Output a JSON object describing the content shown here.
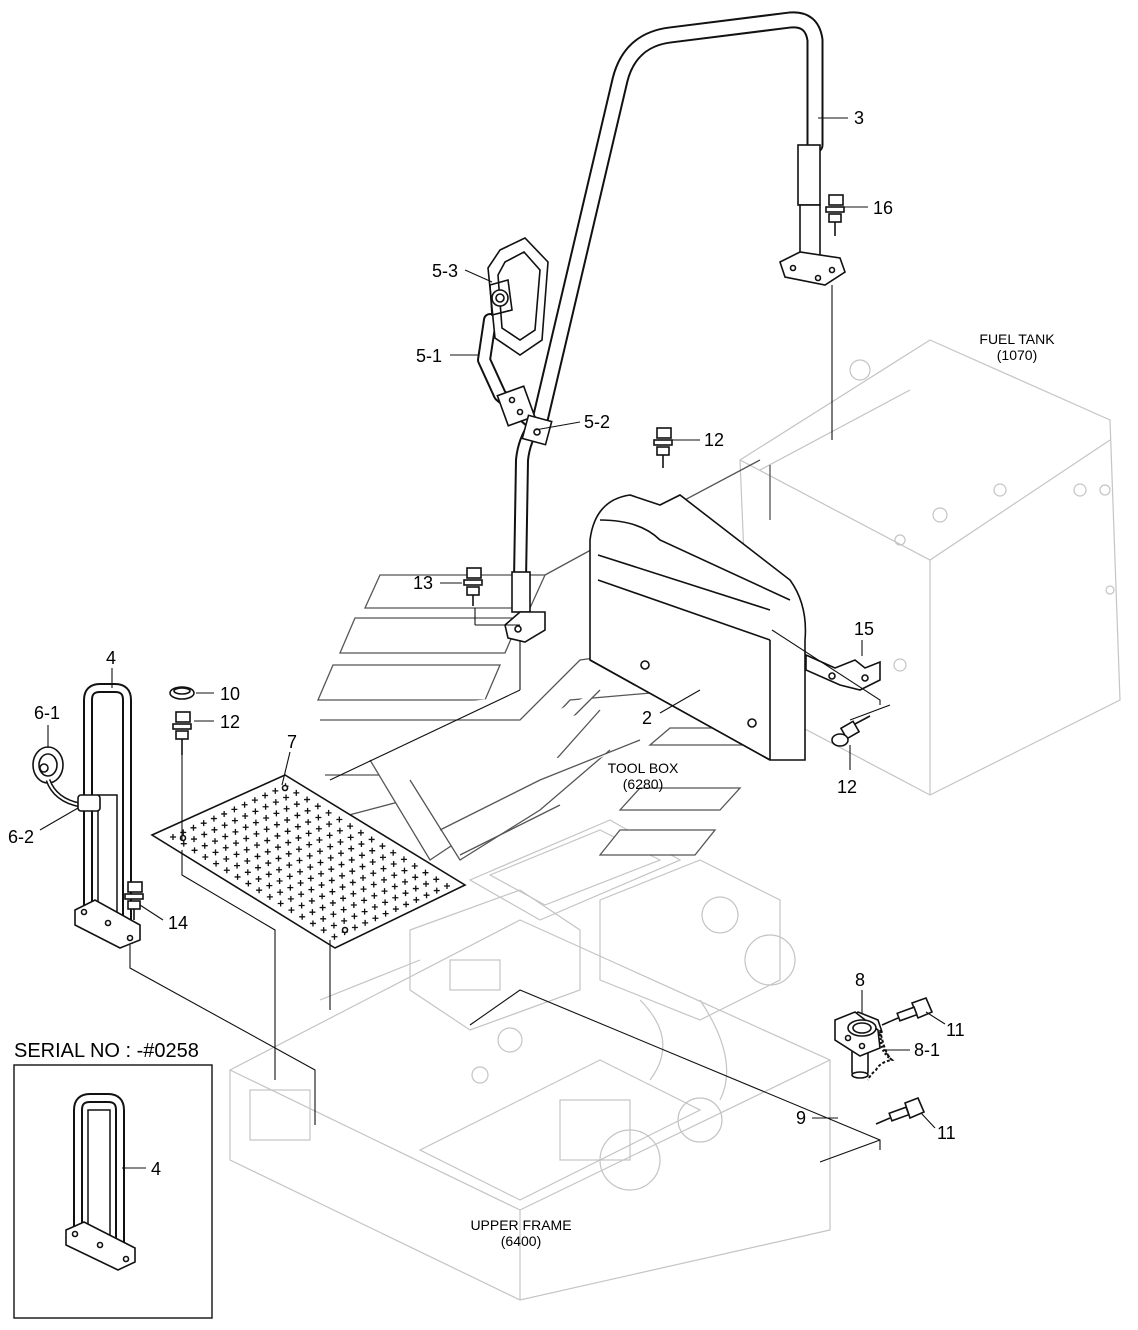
{
  "callouts": {
    "c3": "3",
    "c16": "16",
    "c5_3": "5-3",
    "c5_1": "5-1",
    "c5_2": "5-2",
    "c12_top": "12",
    "c13": "13",
    "c15": "15",
    "c2": "2",
    "c12_right": "12",
    "c4": "4",
    "c6_1": "6-1",
    "c10": "10",
    "c12_left": "12",
    "c7": "7",
    "c6_2": "6-2",
    "c14": "14",
    "c8": "8",
    "c11_top": "11",
    "c8_1": "8-1",
    "c9": "9",
    "c11_bottom": "11",
    "c4_inset": "4"
  },
  "references": {
    "fuel_tank": "FUEL TANK",
    "fuel_tank_code": "(1070)",
    "tool_box": "TOOL BOX",
    "tool_box_code": "(6280)",
    "upper_frame": "UPPER FRAME",
    "upper_frame_code": "(6400)"
  },
  "inset": {
    "title": "SERIAL NO : -#0258"
  }
}
